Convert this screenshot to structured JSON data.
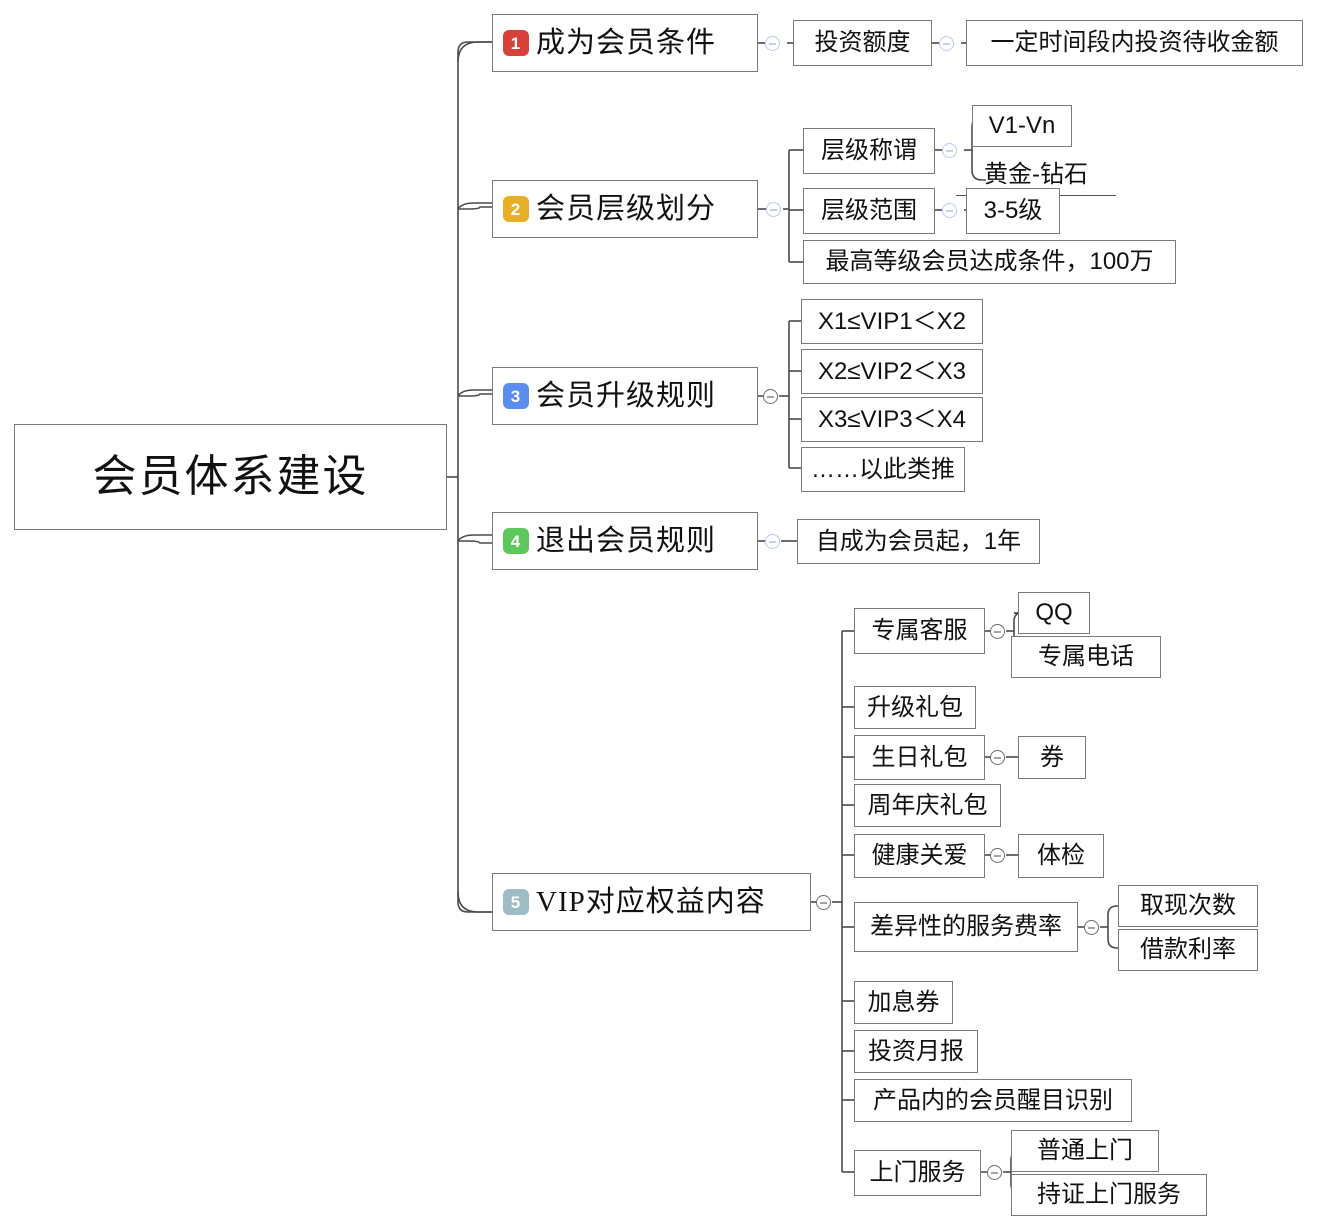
{
  "diagram": {
    "type": "mindmap",
    "title": "会员体系建设",
    "root": {
      "label": "会员体系建设"
    },
    "colors": {
      "badge_1": "#d8403a",
      "badge_2": "#e8ae26",
      "badge_3": "#5b8def",
      "badge_4": "#5cc75c",
      "badge_5": "#9dbcc4",
      "box_border": "#7a7a7a",
      "wire": "#4a4a4a",
      "toggle_blue": "#b9c9ee",
      "toggle_gray": "#6d6d6d"
    },
    "branches": [
      {
        "number": "1",
        "label": "成为会员条件",
        "badge_color": "#d8403a",
        "children": [
          {
            "label": "投资额度",
            "children": [
              {
                "label": "一定时间段内投资待收金额"
              }
            ]
          }
        ]
      },
      {
        "number": "2",
        "label": "会员层级划分",
        "badge_color": "#e8ae26",
        "children": [
          {
            "label": "层级称谓",
            "children": [
              {
                "label": "V1-Vn"
              },
              {
                "label": "黄金-钻石",
                "style": "underline"
              }
            ]
          },
          {
            "label": "层级范围",
            "children": [
              {
                "label": "3-5级"
              }
            ]
          },
          {
            "label": "最高等级会员达成条件，100万"
          }
        ]
      },
      {
        "number": "3",
        "label": "会员升级规则",
        "badge_color": "#5b8def",
        "children": [
          {
            "label": "X1≤VIP1＜X2"
          },
          {
            "label": "X2≤VIP2＜X3"
          },
          {
            "label": "X3≤VIP3＜X4"
          },
          {
            "label": "……以此类推"
          }
        ]
      },
      {
        "number": "4",
        "label": "退出会员规则",
        "badge_color": "#5cc75c",
        "children": [
          {
            "label": "自成为会员起，1年"
          }
        ]
      },
      {
        "number": "5",
        "label": "VIP对应权益内容",
        "badge_color": "#9dbcc4",
        "children": [
          {
            "label": "专属客服",
            "children": [
              {
                "label": "QQ"
              },
              {
                "label": "专属电话"
              }
            ]
          },
          {
            "label": "升级礼包"
          },
          {
            "label": "生日礼包",
            "children": [
              {
                "label": "券"
              }
            ]
          },
          {
            "label": "周年庆礼包"
          },
          {
            "label": "健康关爱",
            "children": [
              {
                "label": "体检"
              }
            ]
          },
          {
            "label": "差异性的服务费率",
            "children": [
              {
                "label": "取现次数"
              },
              {
                "label": "借款利率"
              }
            ]
          },
          {
            "label": "加息券"
          },
          {
            "label": "投资月报"
          },
          {
            "label": "产品内的会员醒目识别"
          },
          {
            "label": "上门服务",
            "children": [
              {
                "label": "普通上门"
              },
              {
                "label": "持证上门服务"
              }
            ]
          }
        ]
      }
    ]
  }
}
